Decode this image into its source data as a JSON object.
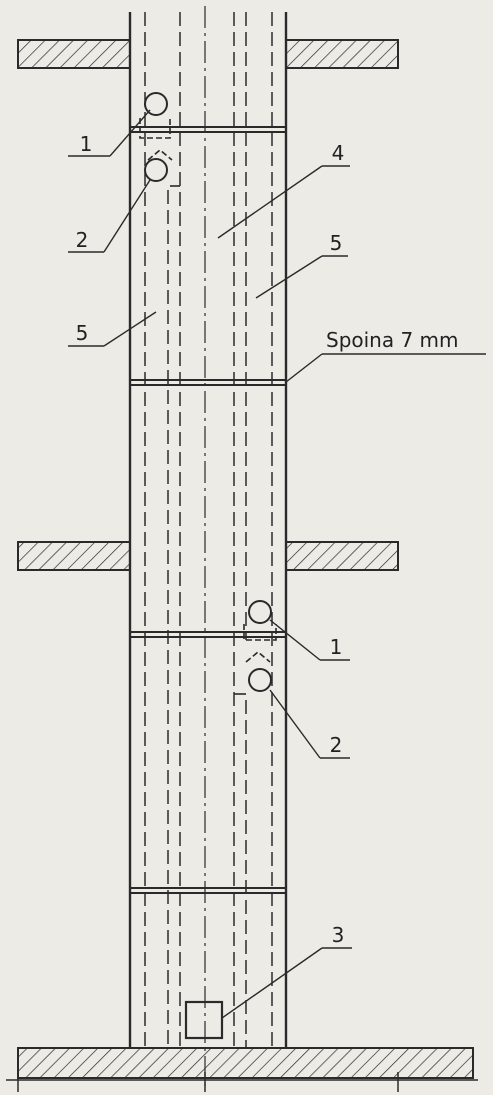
{
  "labels": {
    "seat_top_1": "1",
    "pipe_top_2": "2",
    "center_4": "4",
    "side_5_right": "5",
    "side_5_left": "5",
    "weld": "Spoina 7 mm",
    "seat_mid_1": "1",
    "pipe_mid_2": "2",
    "base_3": "3"
  },
  "colors": {
    "ink": "#2a2a2a",
    "paper": "#ecebe6"
  }
}
